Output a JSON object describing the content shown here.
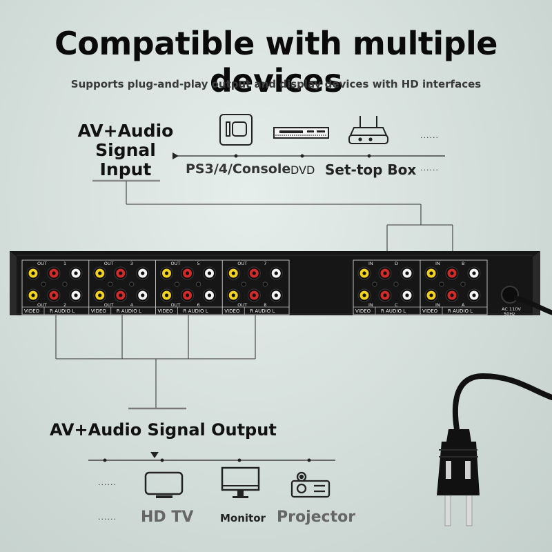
{
  "header": {
    "title": "Compatible with multiple devices",
    "subtitle": "Supports plug-and-play output and display devices with HD interfaces"
  },
  "input": {
    "label_lines": [
      "AV+Audio",
      "Signal",
      "Input"
    ],
    "devices": [
      {
        "label": "PS3/4/Console",
        "icon": "game-console-icon"
      },
      {
        "label": "DVD",
        "icon": "dvd-player-icon"
      },
      {
        "label": "Set-top Box",
        "icon": "set-top-box-icon"
      }
    ],
    "more_top": "......",
    "more_bottom": "......"
  },
  "output": {
    "label": "AV+Audio Signal Output",
    "devices": [
      {
        "label": "HD TV",
        "icon": "tv-icon"
      },
      {
        "label": "Monitor",
        "icon": "monitor-icon"
      },
      {
        "label": "Projector",
        "icon": "projector-icon"
      }
    ],
    "more_top": "......",
    "more_bottom": "......"
  },
  "device_panel": {
    "out_groups": [
      {
        "top": "1",
        "bottom": "2"
      },
      {
        "top": "3",
        "bottom": "4"
      },
      {
        "top": "5",
        "bottom": "6"
      },
      {
        "top": "7",
        "bottom": "8"
      }
    ],
    "in_groups": [
      {
        "top": "D",
        "bottom": "C"
      },
      {
        "top": "B",
        "bottom": "A"
      }
    ],
    "out_text": "OUT",
    "in_text": "IN",
    "video_text": "VIDEO",
    "audio_text": "R AUDIO L",
    "power_text": [
      "AC 110V",
      "50Hz"
    ]
  },
  "colors": {
    "jack_yellow": "#f2d21b",
    "jack_red": "#d32a2a",
    "jack_white": "#f4f4f4",
    "panel": "#161616"
  }
}
